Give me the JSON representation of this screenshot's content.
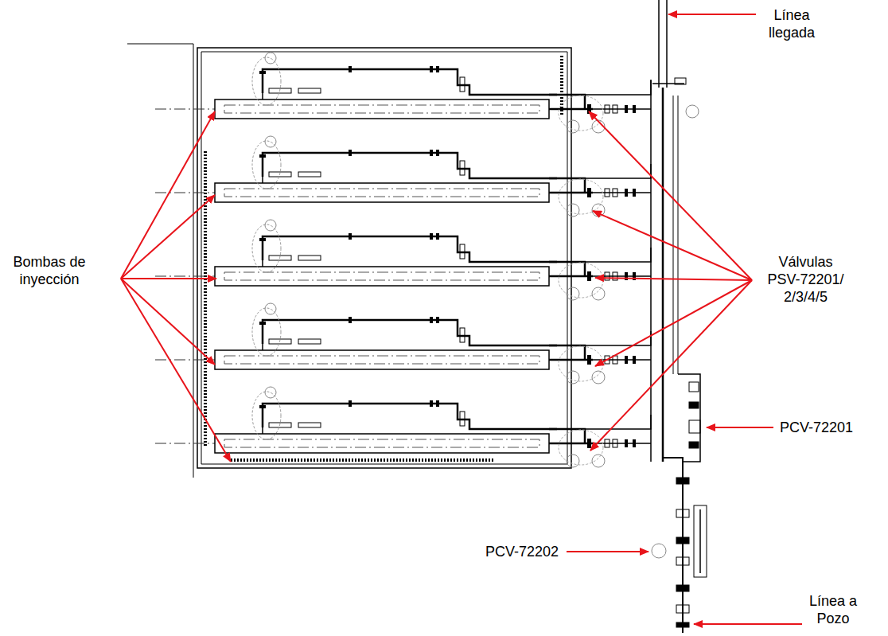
{
  "diagram": {
    "labels": [
      "Línea llegada",
      "Bombas de inyección",
      "Válvulas PSV-72201/ 2/3/4/5",
      "PCV-72201",
      "PCV-72202",
      "Línea a Pozo"
    ]
  }
}
